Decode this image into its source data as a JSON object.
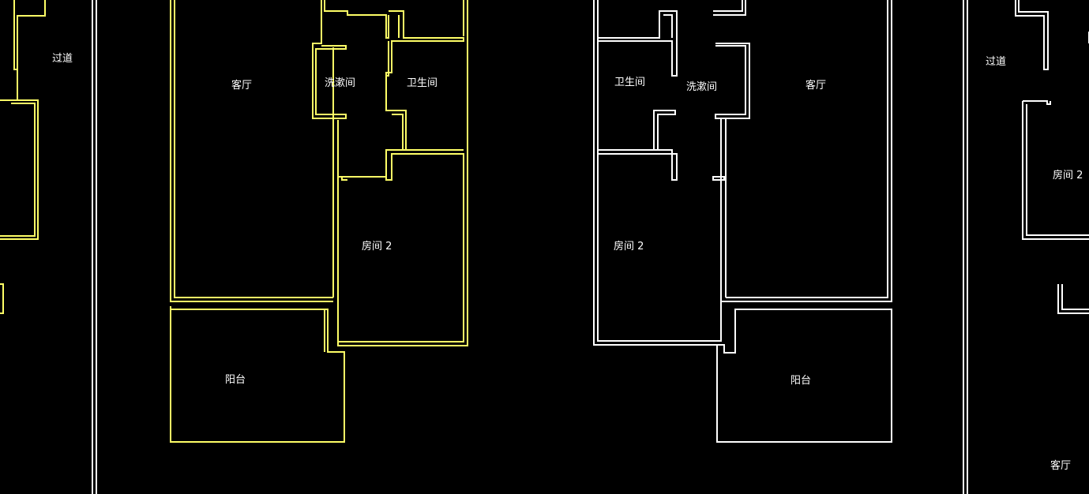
{
  "colors": {
    "background": "#000000",
    "yellow_walls": "#ffff66",
    "white_walls": "#ffffff",
    "label_text": "#ffffff"
  },
  "labels": {
    "corridor_left": "过道",
    "corridor_right": "过道",
    "living_room_a": "客厅",
    "laundry_a": "洗漱间",
    "bathroom_a": "卫生间",
    "room2_a": "房间 2",
    "balcony_a": "阳台",
    "bathroom_b": "卫生间",
    "laundry_b": "洗漱间",
    "living_room_b": "客厅",
    "room2_b": "房间 2",
    "balcony_b": "阳台",
    "room2_c": "房间 2",
    "living_room_c": "客厅"
  }
}
